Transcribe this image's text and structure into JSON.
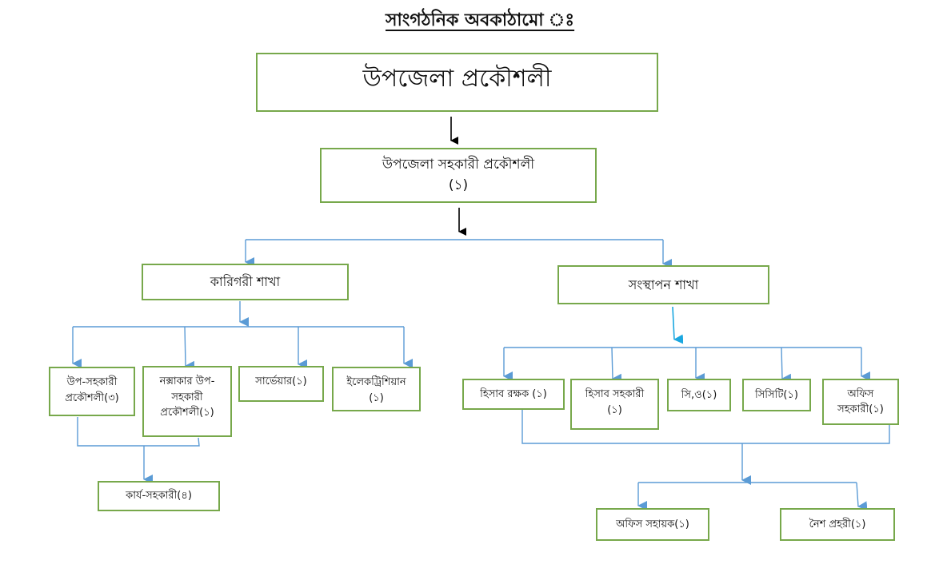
{
  "title": "সাংগঠনিক অবকাঠামো ঃ",
  "colors": {
    "box_border": "#77a84b",
    "connector_blue": "#5b9bd5",
    "connector_cyan": "#1aa7e0",
    "arrow_black": "#000000"
  },
  "nodes": {
    "upazila_engineer": "উপজেলা প্রকৌশলী",
    "assistant_engineer": "উপজেলা সহকারী প্রকৌশলী\n(১)",
    "technical_branch": "কারিগরী শাখা",
    "establishment_branch": "সংস্থাপন শাখা",
    "sub_assistant_engineer": "উপ-সহকারী\nপ্রকৌশলী(৩)",
    "draftsman": "নক্সাকার উপ-\nসহকারী\nপ্রকৌশলী(১)",
    "surveyor": "সার্ভেয়ার(১)",
    "electrician": "ইলেকট্রিশিয়ান\n(১)",
    "work_assistant": "কার্য-সহকারী(৪)",
    "accountant": "হিসাব রক্ষক (১)",
    "accounts_assistant": "হিসাব সহকারী\n(১)",
    "co": "সি,ও(১)",
    "cct": "সিসিটি(১)",
    "office_assistant": "অফিস\nসহকারী(১)",
    "office_helper": "অফিস সহায়ক(১)",
    "night_guard": "নৈশ প্রহরী(১)"
  }
}
